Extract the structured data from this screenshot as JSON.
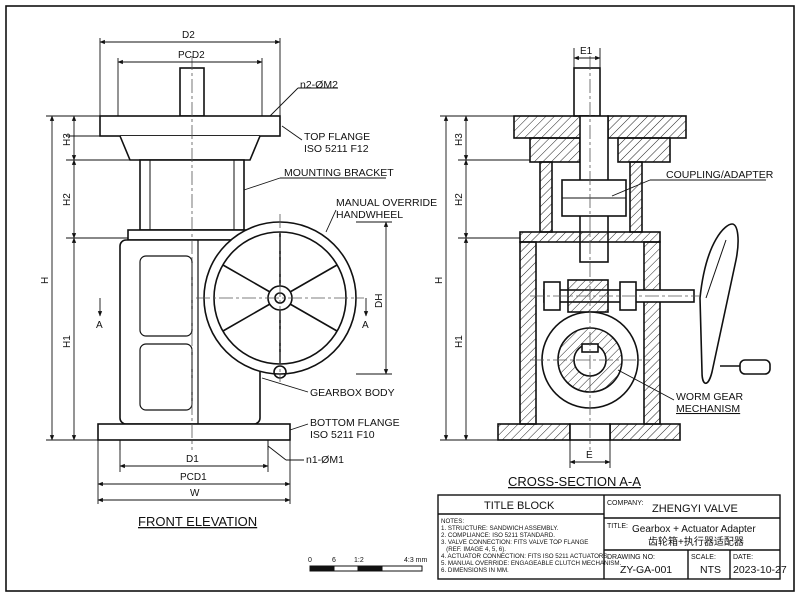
{
  "labels": {
    "n2": "n2-ØM2",
    "top_flange_1": "TOP FLANGE",
    "top_flange_2": "ISO 5211 F12",
    "mounting_bracket": "MOUNTING BRACKET",
    "handwheel_1": "MANUAL OVERRIDE",
    "handwheel_2": "HANDWHEEL",
    "gearbox_body": "GEARBOX BODY",
    "bottom_flange_1": "BOTTOM FLANGE",
    "bottom_flange_2": "ISO 5211 F10",
    "n1": "n1-ØM1",
    "coupling": "COUPLING/ADAPTER",
    "worm_1": "WORM GEAR",
    "worm_2": "MECHANISM"
  },
  "dimensions": {
    "D2": "D2",
    "PCD2": "PCD2",
    "H3": "H3",
    "H2": "H2",
    "H": "H",
    "H1": "H1",
    "DH": "DH",
    "D1": "D1",
    "PCD1": "PCD1",
    "W": "W",
    "E1": "E1",
    "E": "E",
    "section_mark": "A"
  },
  "views": {
    "front": "FRONT ELEVATION",
    "section": "CROSS-SECTION A-A"
  },
  "scale_bar": {
    "ticks": [
      "0",
      "6",
      "1:2",
      "4:3 mm"
    ]
  },
  "title_block": {
    "heading": "TITLE BLOCK",
    "company_label": "COMPANY:",
    "company": "ZHENGYI VALVE",
    "title_label": "TITLE:",
    "title_en": "Gearbox + Actuator Adapter",
    "title_cn": "齿轮箱+执行器适配器",
    "notes": [
      "NOTES:",
      "1. STRUCTURE: SANDWICH ASSEMBLY.",
      "2. COMPLIANCE: ISO 5211 STANDARD.",
      "3. VALVE CONNECTION: FITS VALVE TOP FLANGE",
      "   (REF. IMAGE 4, 5, 6).",
      "4. ACTUATOR CONNECTION: FITS ISO 5211 ACTUATORS.",
      "5. MANUAL OVERRIDE: ENGAGEABLE CLUTCH MECHANISM.",
      "6. DIMENSIONS IN MM."
    ],
    "drawing_no_label": "DRAWING NO:",
    "drawing_no": "ZY-GA-001",
    "scale_label": "SCALE:",
    "scale": "NTS",
    "date_label": "DATE:",
    "date": "2023-10-27"
  }
}
